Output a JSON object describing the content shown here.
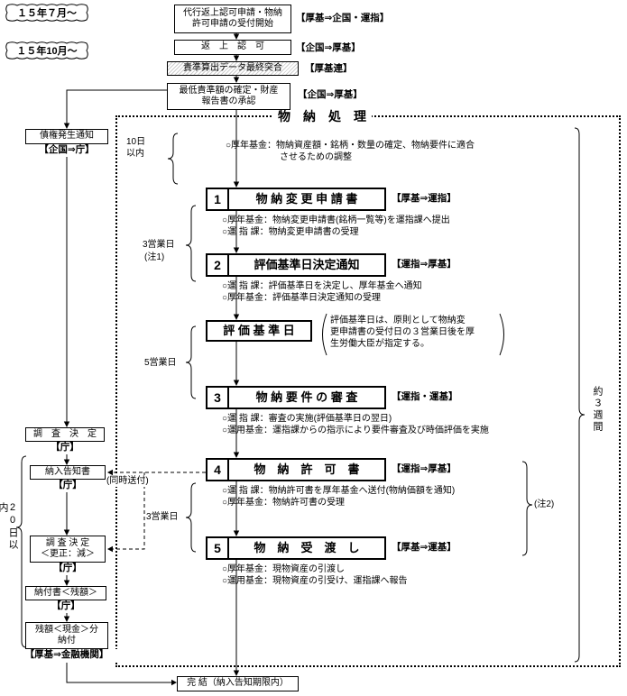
{
  "colors": {
    "ink": "#000000",
    "paper": "#ffffff"
  },
  "dates": {
    "jul": "１５年７月～",
    "oct": "１５年10月～"
  },
  "top_flow": {
    "accept": {
      "text": "代行返上認可申請・物納\n許可申請の受付開始",
      "tag": "【厚基⇒企国・運指】"
    },
    "approve": {
      "text": "返　上　認　可",
      "tag": "【企国⇒厚基】"
    },
    "match": {
      "text": "責準算出データ最終突合",
      "tag": "【厚基連】"
    },
    "confirm": {
      "text": "最低責準額の確定・財産\n報告書の承認",
      "tag": "【企国⇒厚基】"
    }
  },
  "left_flow": {
    "saiken": {
      "text": "債権発生通知",
      "tag": "【企国⇒庁】"
    },
    "chousa1": {
      "text": "調　査　決　定",
      "tag": "【庁】"
    },
    "nounyu": {
      "text": "納入告知書",
      "tag": "【庁】"
    },
    "chousa2": {
      "text": "調 査 決 定\n＜更正：減＞",
      "tag": "【庁】"
    },
    "noufu": {
      "text": "納付書＜残額＞",
      "tag": "【庁】"
    },
    "zangaku": {
      "text": "残額＜現金＞分\n納付",
      "tag": "【厚基⇒金融機関】"
    },
    "days20": "20日以内"
  },
  "process": {
    "title": "物　納　処　理",
    "intro": "○厚年基金：物納資産額・銘柄・数量の確定、物納要件に適合\n　　　　　　させるための調整",
    "days10": "10日\n以内",
    "steps": [
      {
        "num": "1",
        "title": "物 納 変 更 申 請 書",
        "tag": "【厚基⇒運指】",
        "notes": "○厚年基金：物納変更申請書(銘柄一覧等)を運指課へ提出\n○運 指 課：物納変更申請書の受理"
      },
      {
        "num": "2",
        "title": "評価基準日決定通知",
        "tag": "【運指⇒厚基】",
        "notes": "○運 指 課：評価基準日を決定し、厚年基金へ通知\n○厚年基金：評価基準日決定通知の受理"
      },
      {
        "num": "3",
        "title": "物 納 要 件 の 審 査",
        "tag": "【運指・運基】",
        "notes": "○運 指 課：審査の実施(評価基準日の翌日)\n○運用基金：運指課からの指示により要件審査及び時価評価を実施"
      },
      {
        "num": "4",
        "title": "物　納　許　可　書",
        "tag": "【運指⇒厚基】",
        "notes": "○運 指 課：物納許可書を厚年基金へ送付(物納価額を通知)\n○厚年基金：物納許可書の受理"
      },
      {
        "num": "5",
        "title": "物　納　受　渡　し",
        "tag": "【厚基⇒運基】",
        "notes": "○厚年基金：現物資産の引渡し\n○運用基金：現物資産の引受け、運指課へ報告"
      }
    ],
    "base_date_box": "評 価 基 準 日",
    "base_date_note": "評価基準日は、原則として物納変\n更申請書の受付日の３営業日後を厚\n生労働大臣が指定する。",
    "durations": {
      "biz3_a": "3営業日",
      "note1": "(注1)",
      "biz5": "5営業日",
      "simultaneous": "(同時送付)",
      "biz3_b": "3営業日",
      "note2": "(注2)",
      "weeks3": "約３週間"
    }
  },
  "bottom": {
    "complete": "完 結（納入告知期限内）"
  }
}
